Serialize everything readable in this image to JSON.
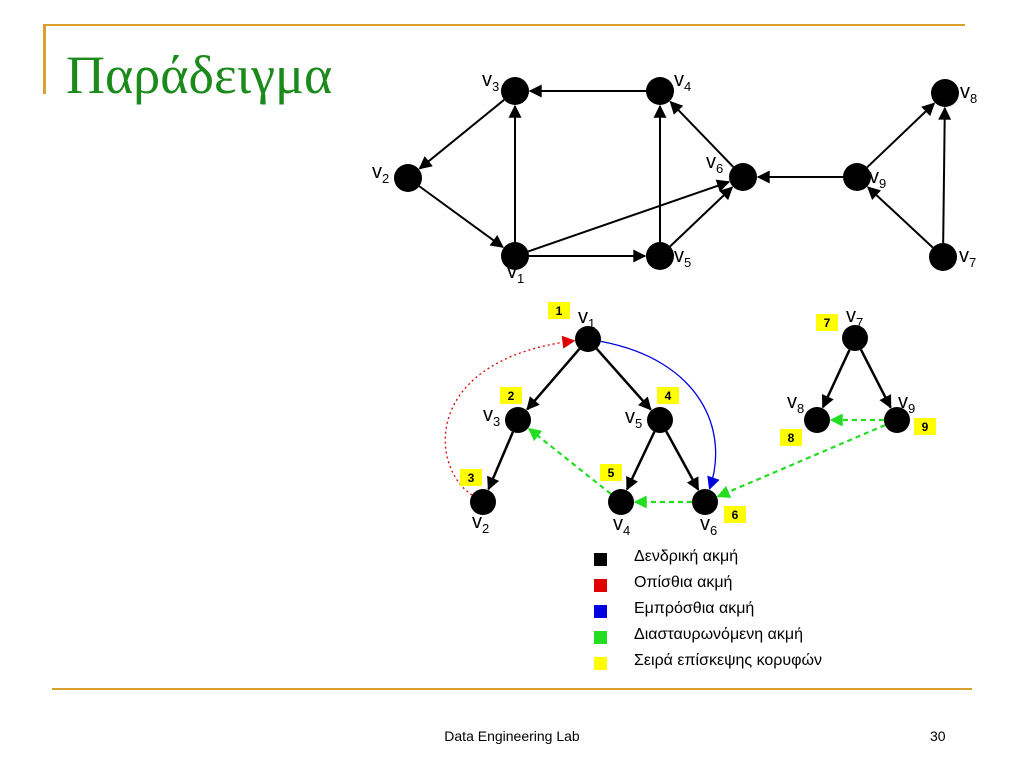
{
  "slide": {
    "title": "Παράδειγμα",
    "footer": "Data Engineering Lab",
    "page_number": "30"
  },
  "colors": {
    "tree_edge": "#000000",
    "back_edge": "#e00000",
    "forward_edge": "#0000e0",
    "cross_edge": "#22dd22",
    "visit_order": "#ffff00",
    "accent_rule": "#d9a22e",
    "title": "#1a8a1a"
  },
  "graph": {
    "nodes": [
      {
        "id": "v1",
        "sub": "1"
      },
      {
        "id": "v2",
        "sub": "2"
      },
      {
        "id": "v3",
        "sub": "3"
      },
      {
        "id": "v4",
        "sub": "4"
      },
      {
        "id": "v5",
        "sub": "5"
      },
      {
        "id": "v6",
        "sub": "6"
      },
      {
        "id": "v7",
        "sub": "7"
      },
      {
        "id": "v8",
        "sub": "8"
      },
      {
        "id": "v9",
        "sub": "9"
      }
    ],
    "edges": [
      [
        "v1",
        "v3"
      ],
      [
        "v3",
        "v2"
      ],
      [
        "v2",
        "v1"
      ],
      [
        "v1",
        "v5"
      ],
      [
        "v1",
        "v6"
      ],
      [
        "v5",
        "v4"
      ],
      [
        "v5",
        "v6"
      ],
      [
        "v4",
        "v3"
      ],
      [
        "v6",
        "v4"
      ],
      [
        "v9",
        "v6"
      ],
      [
        "v9",
        "v8"
      ],
      [
        "v7",
        "v9"
      ],
      [
        "v7",
        "v8"
      ]
    ]
  },
  "dfs_forest": {
    "nodes": [
      {
        "id": "v1",
        "sub": "1",
        "order": "1"
      },
      {
        "id": "v3",
        "sub": "3",
        "order": "2"
      },
      {
        "id": "v2",
        "sub": "2",
        "order": "3"
      },
      {
        "id": "v5",
        "sub": "5",
        "order": "4"
      },
      {
        "id": "v4",
        "sub": "4",
        "order": "5"
      },
      {
        "id": "v6",
        "sub": "6",
        "order": "6"
      },
      {
        "id": "v7",
        "sub": "7",
        "order": "7"
      },
      {
        "id": "v8",
        "sub": "8",
        "order": "8"
      },
      {
        "id": "v9",
        "sub": "9",
        "order": "9"
      }
    ],
    "edges": [
      {
        "from": "v1",
        "to": "v3",
        "kind": "tree"
      },
      {
        "from": "v3",
        "to": "v2",
        "kind": "tree"
      },
      {
        "from": "v1",
        "to": "v5",
        "kind": "tree"
      },
      {
        "from": "v5",
        "to": "v4",
        "kind": "tree"
      },
      {
        "from": "v5",
        "to": "v6",
        "kind": "tree"
      },
      {
        "from": "v7",
        "to": "v8",
        "kind": "tree"
      },
      {
        "from": "v7",
        "to": "v9",
        "kind": "tree"
      },
      {
        "from": "v2",
        "to": "v1",
        "kind": "back"
      },
      {
        "from": "v1",
        "to": "v6",
        "kind": "forward"
      },
      {
        "from": "v4",
        "to": "v3",
        "kind": "cross"
      },
      {
        "from": "v6",
        "to": "v4",
        "kind": "cross"
      },
      {
        "from": "v9",
        "to": "v8",
        "kind": "cross"
      },
      {
        "from": "v9",
        "to": "v6",
        "kind": "cross"
      }
    ]
  },
  "legend": [
    {
      "label": "Δενδρική ακμή",
      "color": "#000000"
    },
    {
      "label": "Οπίσθια ακμή",
      "color": "#e00000"
    },
    {
      "label": "Εμπρόσθια ακμή",
      "color": "#0000e0"
    },
    {
      "label": "Διασταυρωνόμενη ακμή",
      "color": "#22dd22"
    },
    {
      "label": "Σειρά επίσκεψης κορυφών",
      "color": "#ffff00"
    }
  ]
}
